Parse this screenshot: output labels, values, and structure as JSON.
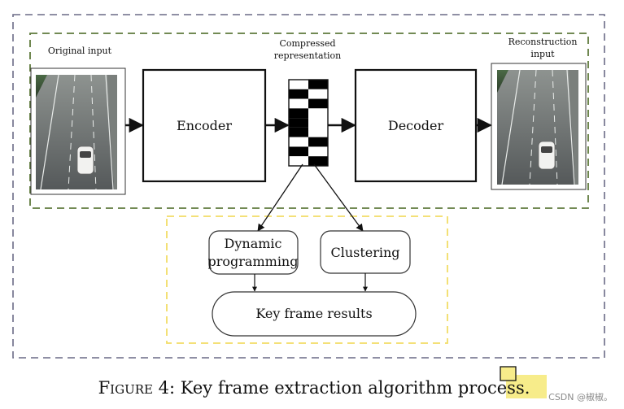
{
  "labels": {
    "original_input": "Original input",
    "compressed_line1": "Compressed",
    "compressed_line2": "representation",
    "reconstruction_line1": "Reconstruction",
    "reconstruction_line2": "input",
    "encoder": "Encoder",
    "decoder": "Decoder",
    "dynamic_line1": "Dynamic",
    "dynamic_line2": "programming",
    "clustering": "Clustering",
    "key_frame_results": "Key frame results"
  },
  "caption": {
    "prefix": "Figure 4:",
    "text": " Key frame extraction algorithm process."
  },
  "watermark": "CSDN @椒椒。",
  "colors": {
    "outer_border": "#6a6a86",
    "green_border": "#5f7a3c",
    "yellow_border": "#f2dc66",
    "highlight": "#f7ec8a"
  },
  "compressed_code": [
    0,
    1,
    0,
    1,
    1,
    1,
    0,
    1,
    0
  ]
}
